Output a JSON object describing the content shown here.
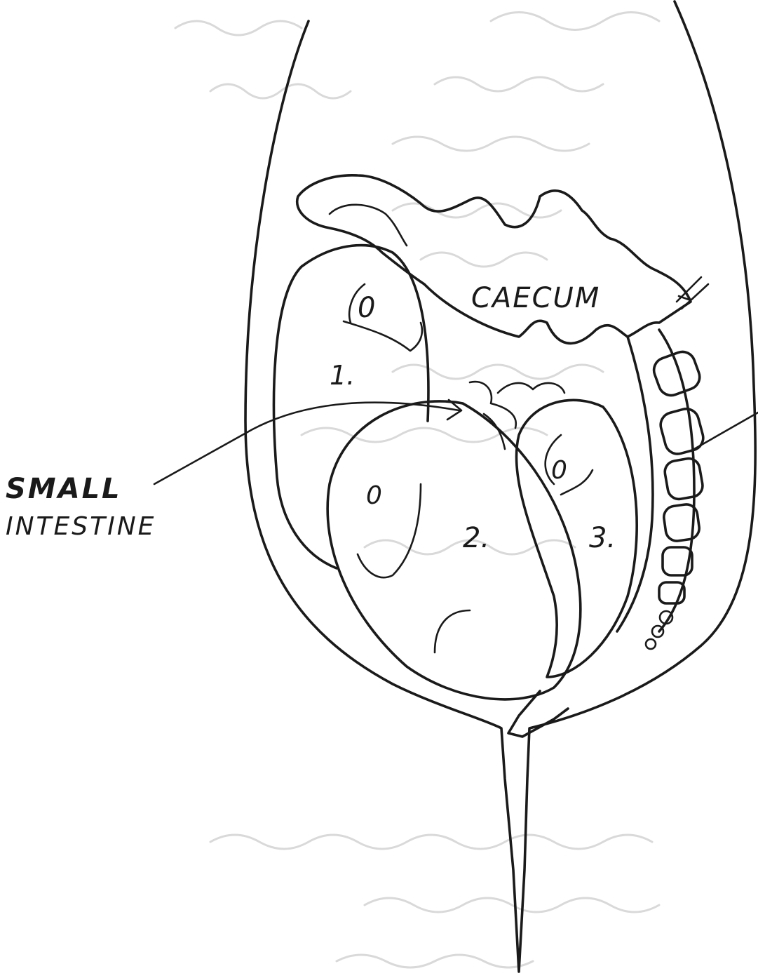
{
  "diagram": {
    "labels": {
      "caecum": "CAECUM",
      "small_intestine_line1": "SMALL",
      "small_intestine_line2": "INTESTINE",
      "num_1": "1.",
      "num_2": "2.",
      "num_3": "3.",
      "loop_mark_1": "0",
      "loop_mark_2": "0",
      "loop_mark_3": "0"
    }
  },
  "colors": {
    "ink": "#1a1a1a",
    "paper": "#ffffff",
    "bleed_through": "#d9d9d9"
  }
}
